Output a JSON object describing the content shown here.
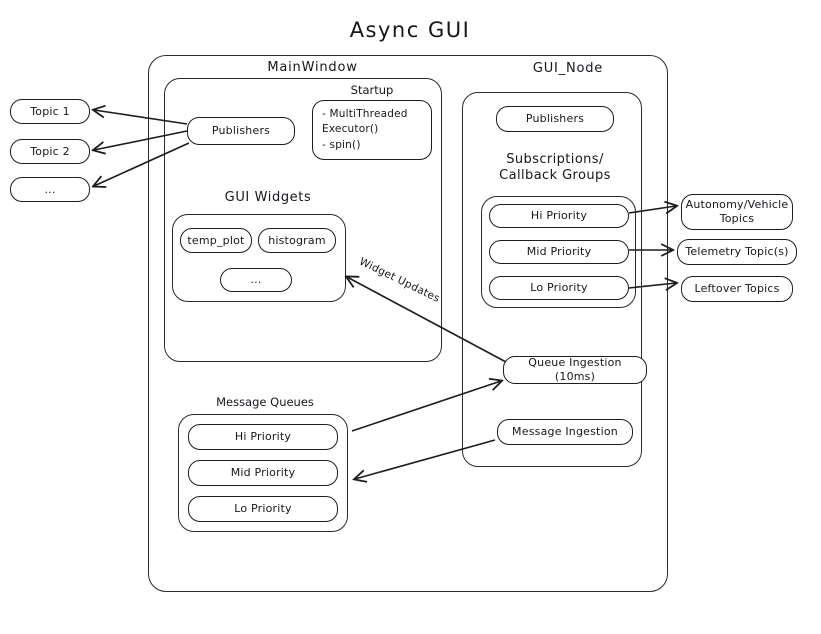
{
  "title": "Async  GUI",
  "groups": {
    "mainwindow_label": "MainWindow",
    "gui_node_label": "GUI_Node",
    "startup_label": "Startup",
    "gui_widgets_label": "GUI Widgets",
    "subscriptions_label": "Subscriptions/\nCallback Groups",
    "message_queues_label": "Message Queues"
  },
  "left_topics": [
    {
      "label": "Topic 1"
    },
    {
      "label": "Topic 2"
    },
    {
      "label": "..."
    }
  ],
  "mainwindow": {
    "publishers": "Publishers",
    "startup_items": "-  MultiThreaded\n    Executor()\n-  spin()",
    "widgets": [
      {
        "label": "temp_plot"
      },
      {
        "label": "histogram"
      },
      {
        "label": "..."
      }
    ]
  },
  "gui_node": {
    "publishers": "Publishers",
    "callback_groups": [
      {
        "label": "Hi Priority"
      },
      {
        "label": "Mid Priority"
      },
      {
        "label": "Lo Priority"
      }
    ],
    "queue_ingestion": "Queue Ingestion (10ms)",
    "message_ingestion": "Message Ingestion"
  },
  "message_queues": [
    {
      "label": "Hi Priority"
    },
    {
      "label": "Mid Priority"
    },
    {
      "label": "Lo Priority"
    }
  ],
  "right_topics": [
    {
      "label": "Autonomy/Vehicle\nTopics"
    },
    {
      "label": "Telemetry Topic(s)"
    },
    {
      "label": "Leftover Topics"
    }
  ],
  "edge_labels": {
    "widget_updates": "Widget Updates"
  },
  "colors": {
    "stroke": "#1d1d1d",
    "background": "#ffffff",
    "text": "#14171c"
  }
}
